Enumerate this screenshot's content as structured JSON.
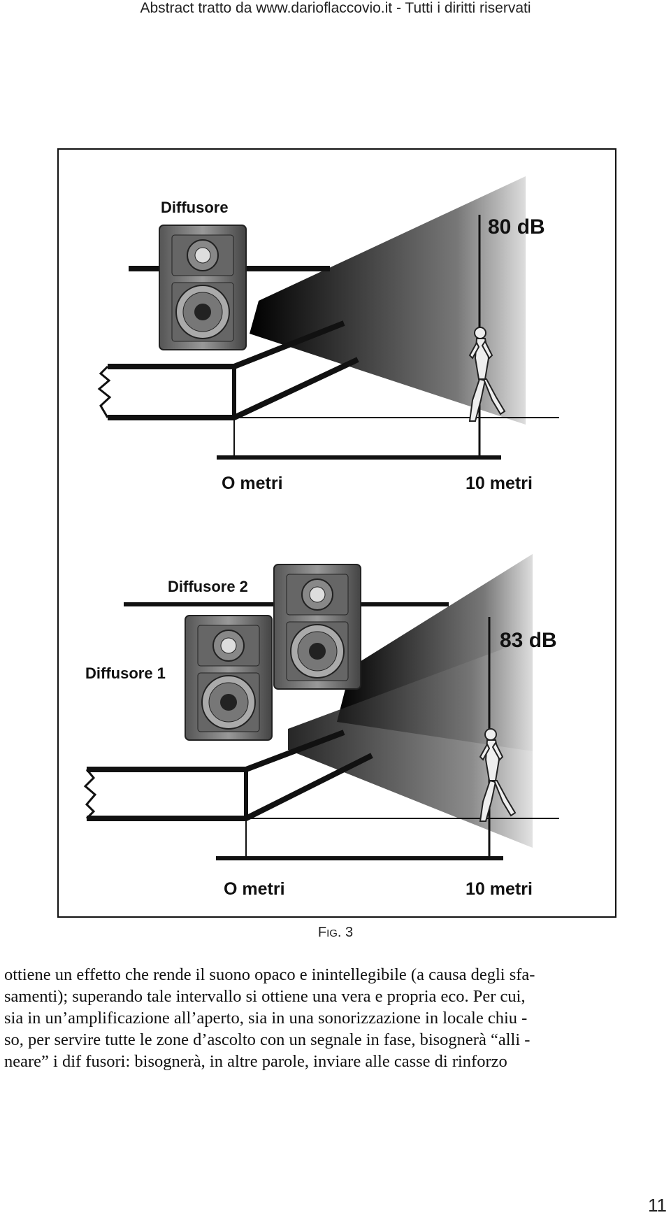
{
  "header": {
    "text": "Abstract tratto da www.darioflaccovio.it - Tutti i diritti riservati"
  },
  "figure": {
    "top": {
      "speaker_label": "Diffusore",
      "level_label": "80 dB",
      "start_label": "O metri",
      "end_label": "10 metri"
    },
    "bottom": {
      "speaker1_label": "Diffusore 1",
      "speaker2_label": "Diffusore 2",
      "level_label": "83 dB",
      "start_label": "O metri",
      "end_label": "10 metri"
    }
  },
  "caption": {
    "prefix": "F",
    "smallcaps": "IG",
    "suffix": ". 3"
  },
  "paragraph": {
    "lines": [
      "ottiene un effetto che rende il suono opaco e inintellegibile (a causa degli sfa-",
      "samenti); superando tale intervallo si ottiene una vera e propria eco. Per cui,",
      "sia in un’amplificazione all’aperto, sia in una sonorizzazione in locale chiu -",
      "so, per servire tutte le zone d’ascolto con un segnale in fase, bisognerà “alli -",
      "neare” i dif fusori: bisognerà, in altre parole, inviare alle casse di rinforzo"
    ]
  },
  "page_number": "11"
}
